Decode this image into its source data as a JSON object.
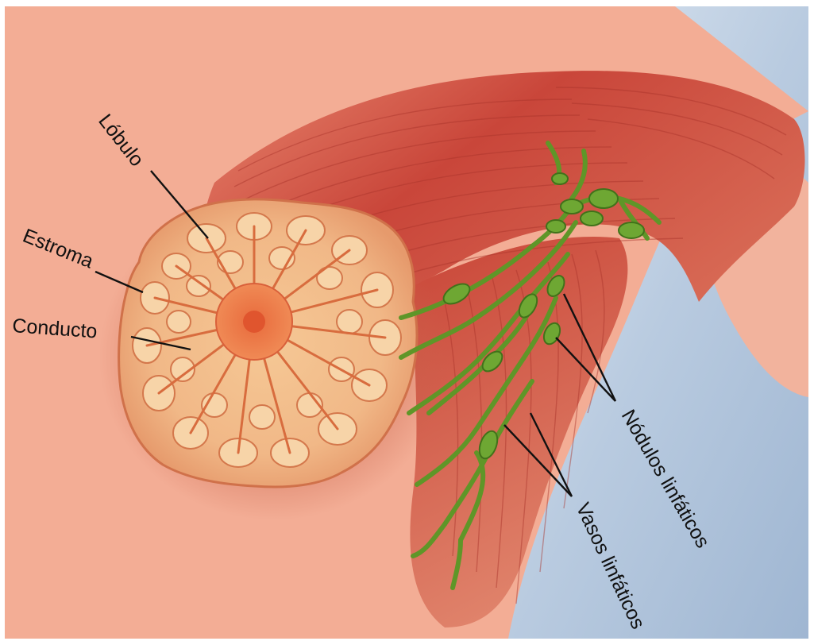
{
  "labels": {
    "lobulo": "Lóbulo",
    "estroma": "Estroma",
    "conducto": "Conducto",
    "nodulos": "Nódulos linfáticos",
    "vasos": "Vasos linfáticos"
  },
  "colors": {
    "skin": "#f3ad95",
    "muscle": "#c7483a",
    "gland": "#f0b884",
    "lymph": "#5f9628",
    "background_blue": "#b9cbe0"
  }
}
